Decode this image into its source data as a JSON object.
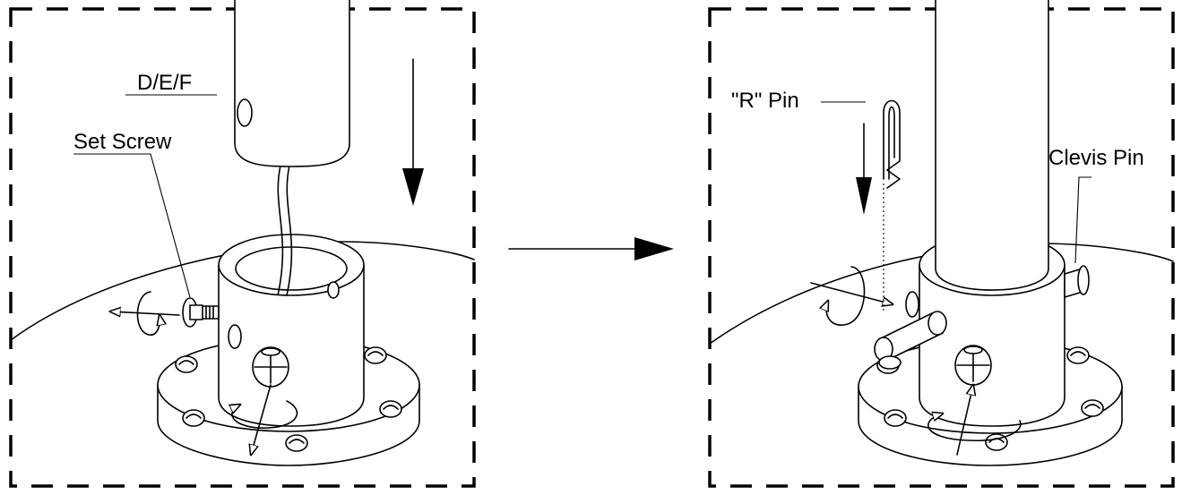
{
  "left_panel": {
    "label_part": "D/E/F",
    "label_set_screw": "Set Screw"
  },
  "right_panel": {
    "label_r_pin": "\"R\" Pin",
    "label_clevis_pin": "Clevis Pin"
  },
  "colors": {
    "line": "#000000",
    "background": "#ffffff"
  },
  "icons": [
    "down-arrow-icon",
    "right-arrow-icon",
    "rotation-arrow-icon",
    "phillips-screw-icon"
  ]
}
